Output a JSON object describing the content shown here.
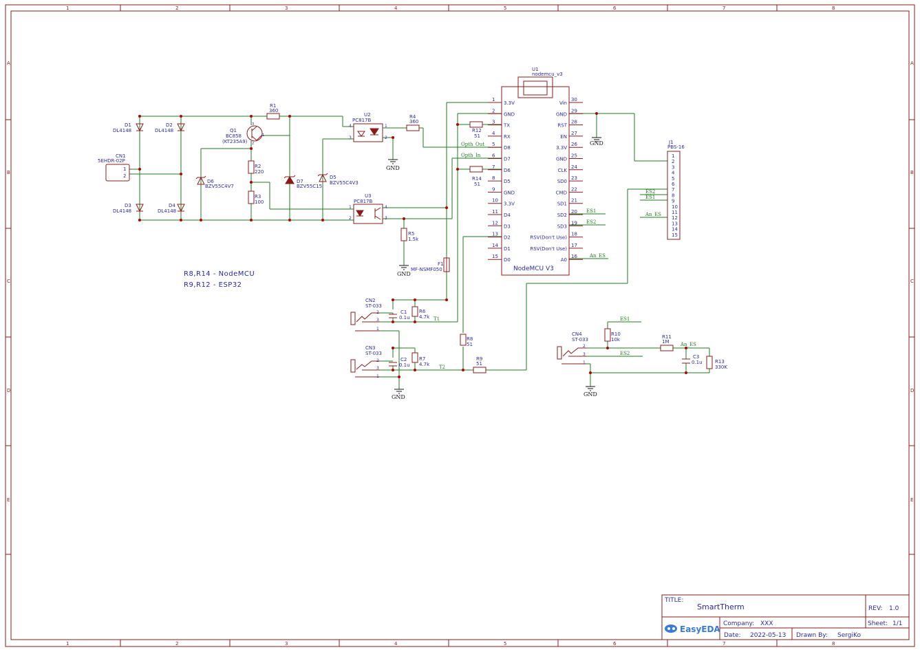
{
  "title_block": {
    "title_label": "TITLE:",
    "title": "SmartTherm",
    "rev_label": "REV:",
    "rev": "1.0",
    "company_label": "Company:",
    "company": "XXX",
    "sheet_label": "Sheet:",
    "sheet": "1/1",
    "date_label": "Date:",
    "date": "2022-05-13",
    "drawn_label": "Drawn By:",
    "drawn_by": "SergiKo",
    "logo_text": "EasyEDA"
  },
  "ruler": {
    "columns": [
      "1",
      "2",
      "3",
      "4",
      "5",
      "6",
      "7",
      "8"
    ],
    "rows": [
      "A",
      "B",
      "C",
      "D",
      "E"
    ]
  },
  "notes": {
    "line1": "R8,R14 - NodeMCU",
    "line2": "R9,R12 - ESP32"
  },
  "colors": {
    "frame": "#8b1a1a",
    "wire": "#1f7a1f",
    "label": "#2a2aa0",
    "junction": "#b40000"
  },
  "components": {
    "D1": {
      "ref": "D1",
      "value": "DL4148"
    },
    "D2": {
      "ref": "D2",
      "value": "DL4148"
    },
    "D3": {
      "ref": "D3",
      "value": "DL4148"
    },
    "D4": {
      "ref": "D4",
      "value": "DL4148"
    },
    "D5": {
      "ref": "D5",
      "value": "BZV55C4V3"
    },
    "D6": {
      "ref": "D6",
      "value": "BZV55C4V7"
    },
    "D7": {
      "ref": "D7",
      "value": "BZV55C15"
    },
    "CN1": {
      "ref": "CN1",
      "value": "5EHDR-02P"
    },
    "Q1": {
      "ref": "Q1",
      "value": "BC858",
      "value2": "(KT235A9)"
    },
    "R1": {
      "ref": "R1",
      "value": "360"
    },
    "R2": {
      "ref": "R2",
      "value": "220"
    },
    "R3": {
      "ref": "R3",
      "value": "100"
    },
    "R4": {
      "ref": "R4",
      "value": "360"
    },
    "R5": {
      "ref": "R5",
      "value": "1.5k"
    },
    "R6": {
      "ref": "R6",
      "value": "4.7k"
    },
    "R7": {
      "ref": "R7",
      "value": "4.7k"
    },
    "R8": {
      "ref": "R8",
      "value": "51"
    },
    "R9": {
      "ref": "R9",
      "value": "51"
    },
    "R10": {
      "ref": "R10",
      "value": "10k"
    },
    "R11": {
      "ref": "R11",
      "value": "1M"
    },
    "R12": {
      "ref": "R12",
      "value": "51"
    },
    "R13": {
      "ref": "R13",
      "value": "330K"
    },
    "R14": {
      "ref": "R14",
      "value": "51"
    },
    "U1": {
      "ref": "U1",
      "value": "nodemcu_v3",
      "body": "NodeMCU V3"
    },
    "U2": {
      "ref": "U2",
      "value": "PC817B"
    },
    "U3": {
      "ref": "U3",
      "value": "PC817B"
    },
    "F1": {
      "ref": "F1",
      "value": "MF-NSMF050"
    },
    "C1": {
      "ref": "C1",
      "value": "0.1u"
    },
    "C2": {
      "ref": "C2",
      "value": "0.1u"
    },
    "C3": {
      "ref": "C3",
      "value": "0.1u"
    },
    "CN2": {
      "ref": "CN2",
      "value": "ST-033"
    },
    "CN3": {
      "ref": "CN3",
      "value": "ST-033"
    },
    "CN4": {
      "ref": "CN4",
      "value": "ST-033"
    },
    "J1": {
      "ref": "J1",
      "value": "PBS-16"
    }
  },
  "nodemcu": {
    "left_pins": [
      {
        "num": "1",
        "name": "3.3V"
      },
      {
        "num": "2",
        "name": "GND"
      },
      {
        "num": "3",
        "name": "TX"
      },
      {
        "num": "4",
        "name": "RX"
      },
      {
        "num": "5",
        "name": "D8"
      },
      {
        "num": "6",
        "name": "D7"
      },
      {
        "num": "7",
        "name": "D6"
      },
      {
        "num": "8",
        "name": "D5"
      },
      {
        "num": "9",
        "name": "GND"
      },
      {
        "num": "10",
        "name": "3.3V"
      },
      {
        "num": "11",
        "name": "D4"
      },
      {
        "num": "12",
        "name": "D3"
      },
      {
        "num": "13",
        "name": "D2"
      },
      {
        "num": "14",
        "name": "D1"
      },
      {
        "num": "15",
        "name": "D0"
      }
    ],
    "right_pins": [
      {
        "num": "30",
        "name": "Vin"
      },
      {
        "num": "29",
        "name": "GND"
      },
      {
        "num": "28",
        "name": "RST"
      },
      {
        "num": "27",
        "name": "EN"
      },
      {
        "num": "26",
        "name": "3.3V"
      },
      {
        "num": "25",
        "name": "GND"
      },
      {
        "num": "24",
        "name": "CLK"
      },
      {
        "num": "23",
        "name": "SD0"
      },
      {
        "num": "22",
        "name": "CMD"
      },
      {
        "num": "21",
        "name": "SD1"
      },
      {
        "num": "20",
        "name": "SD2"
      },
      {
        "num": "19",
        "name": "SD3"
      },
      {
        "num": "18",
        "name": "RSV(Don't Use)"
      },
      {
        "num": "17",
        "name": "RSV(Don't Use)"
      },
      {
        "num": "16",
        "name": "A0"
      }
    ]
  },
  "j1_pins": [
    "1",
    "2",
    "3",
    "4",
    "5",
    "6",
    "7",
    "8",
    "9",
    "10",
    "11",
    "12",
    "13",
    "14",
    "15"
  ],
  "nets": {
    "gnd": "GND",
    "es1": "ES1",
    "es2": "ES2",
    "an_es": "An_ES",
    "opth_out": "Opth_Out",
    "opth_in": "Opth_In",
    "t1": "T1",
    "t2": "T2"
  },
  "pin_labels": {
    "cn1_1": "1",
    "cn1_2": "2",
    "cn2_1": "1",
    "cn2_2": "2",
    "cn2_3": "3",
    "cn3_1": "1",
    "cn3_2": "2",
    "cn3_3": "3",
    "cn4_1": "1",
    "cn4_2": "2",
    "cn4_3": "3",
    "u2_1": "1",
    "u2_2": "2",
    "u2_3": "3",
    "u2_4": "4",
    "u3_1": "1",
    "u3_2": "2",
    "u3_3": "3",
    "u3_4": "4",
    "q1_1": "1",
    "q1_2": "2",
    "q1_3": "3"
  }
}
